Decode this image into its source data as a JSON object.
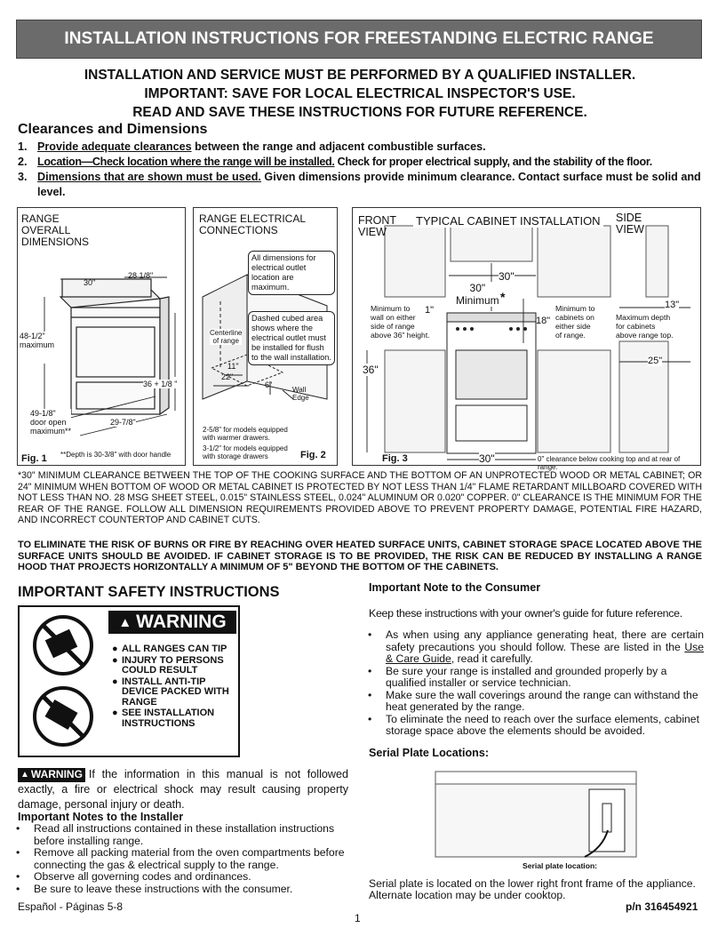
{
  "banner": "INSTALLATION INSTRUCTIONS FOR FREESTANDING ELECTRIC RANGE",
  "headlines": [
    "INSTALLATION AND SERVICE MUST BE PERFORMED BY A QUALIFIED INSTALLER.",
    "IMPORTANT: SAVE FOR LOCAL ELECTRICAL INSPECTOR'S USE.",
    "READ AND SAVE THESE INSTRUCTIONS FOR FUTURE REFERENCE."
  ],
  "clearances": {
    "title": "Clearances and Dimensions",
    "steps": [
      {
        "num": "1.",
        "u": "Provide adequate clearances",
        "rest": " between the range and adjacent combustible surfaces."
      },
      {
        "num": "2.",
        "u": "Location—Check location where the range will be installed.",
        "rest": " Check for proper electrical supply, and the stability of the floor."
      },
      {
        "num": "3.",
        "u": "Dimensions that are shown must be used.",
        "rest": " Given dimensions provide minimum clearance. Contact surface must be solid and level."
      }
    ]
  },
  "fig1": {
    "title": "RANGE\nOVERALL\nDIMENSIONS",
    "d30": "30\"",
    "d28": "28 1/8\"",
    "d48": "48-1/2\"\nmaximum",
    "d36": "36 + 1/8 \"",
    "d49": "49-1/8\"\ndoor open\nmaximum**",
    "d29": "29-7/8\"",
    "label": "Fig. 1",
    "footnote": "**Depth is 30-3/8\" with door handle"
  },
  "fig2": {
    "title": "RANGE ELECTRICAL\nCONNECTIONS",
    "callout1": "All dimensions for electrical outlet location are maximum.",
    "callout2": "Dashed cubed area shows where the electrical outlet must be installed for flush to the wall installation.",
    "centerline": "Centerline\nof range",
    "d11": "11\"",
    "d22": "22\"",
    "d6": "6\"",
    "wall": "Wall\nEdge",
    "note1": "2-5/8\" for models equipped with warmer drawers.",
    "note2": "3-1/2\" for models equipped with storage drawers",
    "label": "Fig. 2"
  },
  "fig3": {
    "front_view": "FRONT\nVIEW",
    "title": "TYPICAL CABINET INSTALLATION",
    "side_view": "SIDE\nVIEW",
    "d30top": "30\"",
    "d30min": "30\"\nMinimum",
    "star": "*",
    "left_note": "Minimum to\nwall on either\nside of range\nabove 36\" height.",
    "d1": "1\"",
    "d18": "18\"",
    "right_note": "Minimum to\ncabinets on\neither side\nof range.",
    "d13": "13\"",
    "max_depth": "Maximum depth\nfor cabinets\nabove range top.",
    "d25": "25\"",
    "d36": "36\"",
    "d30bottom": "30\"",
    "label": "Fig. 3",
    "footnote": "0\" clearance below cooking top and at rear of range."
  },
  "note_paragraph": "*30\" MINIMUM CLEARANCE BETWEEN THE TOP OF THE COOKING SURFACE AND THE BOTTOM OF AN UNPROTECTED WOOD OR METAL CABINET; OR 24\" MINIMUM WHEN BOTTOM OF WOOD OR METAL CABINET IS PROTECTED BY NOT LESS THAN 1/4\" FLAME RETARDANT MILLBOARD COVERED WITH NOT LESS THAN NO. 28 MSG SHEET STEEL, 0.015\" STAINLESS STEEL, 0.024\" ALUMINUM OR 0.020\" COPPER. 0\" CLEARANCE IS THE MINIMUM FOR THE REAR OF THE RANGE. FOLLOW ALL DIMENSION REQUIREMENTS PROVIDED ABOVE TO PREVENT PROPERTY DAMAGE, POTENTIAL FIRE HAZARD, AND INCORRECT COUNTERTOP AND CABINET CUTS.",
  "risk_paragraph": "TO ELIMINATE THE RISK OF BURNS OR FIRE BY REACHING OVER HEATED SURFACE UNITS, CABINET STORAGE SPACE LOCATED ABOVE THE SURFACE UNITS SHOULD BE AVOIDED. IF CABINET STORAGE IS TO BE PROVIDED, THE RISK CAN BE REDUCED BY INSTALLING A RANGE HOOD THAT PROJECTS HORIZONTALLY A MINIMUM OF 5\" BEYOND THE BOTTOM OF THE CABINETS.",
  "safety": {
    "title": "IMPORTANT SAFETY INSTRUCTIONS",
    "warning_word": "WARNING",
    "warning_items": [
      "ALL RANGES CAN TIP",
      "INJURY TO PERSONS COULD RESULT",
      "INSTALL ANTI-TIP DEVICE PACKED WITH RANGE",
      "SEE INSTALLATION INSTRUCTIONS"
    ],
    "badge": "WARNING",
    "warning_text": "If the information in this manual is not followed exactly, a fire or electrical shock may result causing property damage, personal injury or death.",
    "installer_title": "Important Notes to the Installer",
    "installer_items": [
      "Read all instructions contained in these installation instructions before installing range.",
      "Remove all packing material from the oven compartments before connecting the gas & electrical supply to the range.",
      "Observe all governing codes and ordinances.",
      "Be sure to leave these instructions with the consumer."
    ]
  },
  "consumer": {
    "title": "Important Note to the Consumer",
    "intro": "Keep these instructions with your owner's guide for future reference.",
    "items": [
      {
        "pre": "As when using any appliance generating heat, there are certain safety precautions you should follow. These are listed in the ",
        "u": "Use & Care Guide",
        "post": ", read it carefully."
      },
      {
        "pre": "Be sure your range is installed and grounded properly by a qualified installer or service technician.",
        "u": "",
        "post": ""
      },
      {
        "pre": "Make sure the wall coverings around the range can withstand the heat generated by the range.",
        "u": "",
        "post": ""
      },
      {
        "pre": "To eliminate the need to reach over the surface elements, cabinet storage space above the elements should be avoided.",
        "u": "",
        "post": ""
      }
    ]
  },
  "serial": {
    "title": "Serial Plate Locations:",
    "label": "Serial plate location:",
    "text": "Serial plate is located on the lower right front frame of the appliance. Alternate location may be under cooktop."
  },
  "footer": {
    "left": "Español - Páginas 5-8",
    "page": "1",
    "pn": "p/n  316454921"
  }
}
